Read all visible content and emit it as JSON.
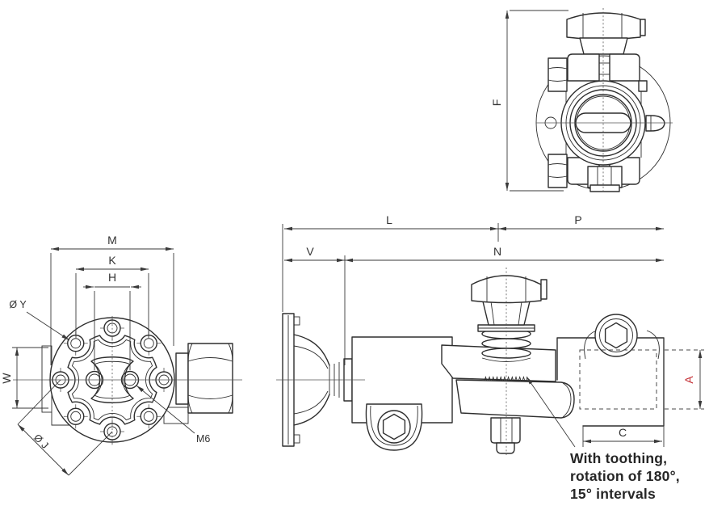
{
  "drawing": {
    "title": "valve-technical-drawing",
    "annotation": {
      "line1": "With toothing,",
      "line2": "rotation of 180°,",
      "line3": "15° intervals"
    },
    "labels": {
      "F": "F",
      "M": "M",
      "K": "K",
      "H": "H",
      "W": "W",
      "Y": "Ø Y",
      "J": "Ø J",
      "M6": "M6",
      "L": "L",
      "P": "P",
      "V": "V",
      "N": "N",
      "A": "A",
      "C": "C"
    },
    "colors": {
      "line": "#2e2e2e",
      "dim": "#3a3a3a",
      "accent_red": "#c22a30",
      "note_text": "#262626"
    }
  }
}
